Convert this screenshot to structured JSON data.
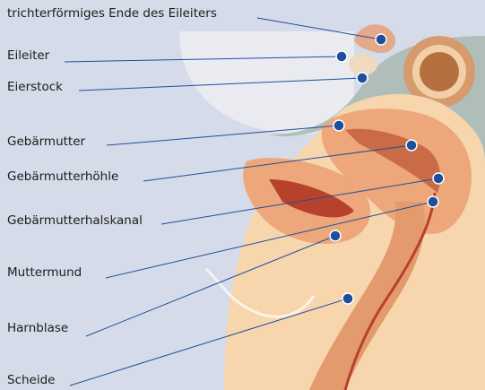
{
  "labels": [
    {
      "id": "infundibulum",
      "text": "trichterförmiges Ende des Eileiters"
    },
    {
      "id": "eileiter",
      "text": "Eileiter"
    },
    {
      "id": "eierstock",
      "text": "Eierstock"
    },
    {
      "id": "gebaermutter",
      "text": "Gebärmutter"
    },
    {
      "id": "gebaermutterhoehle",
      "text": "Gebärmutterhöhle"
    },
    {
      "id": "gebaermutterhalskanal",
      "text": "Gebärmutterhalskanal"
    },
    {
      "id": "muttermund",
      "text": "Muttermund"
    },
    {
      "id": "harnblase",
      "text": "Harnblase"
    },
    {
      "id": "scheide",
      "text": "Scheide"
    }
  ],
  "colors": {
    "background": "#d6dbe9",
    "leader_line": "#1f4e9c",
    "marker_fill": "#1f4e9c",
    "marker_ring": "#ffffff",
    "tissue_light": "#f7d6ae",
    "tissue_mid": "#eda77a",
    "tissue_dark": "#c96b45",
    "cavity": "#b8412b",
    "pelvic_bowl": "#e9ebf1",
    "peritoneum": "#a9b9b0"
  }
}
